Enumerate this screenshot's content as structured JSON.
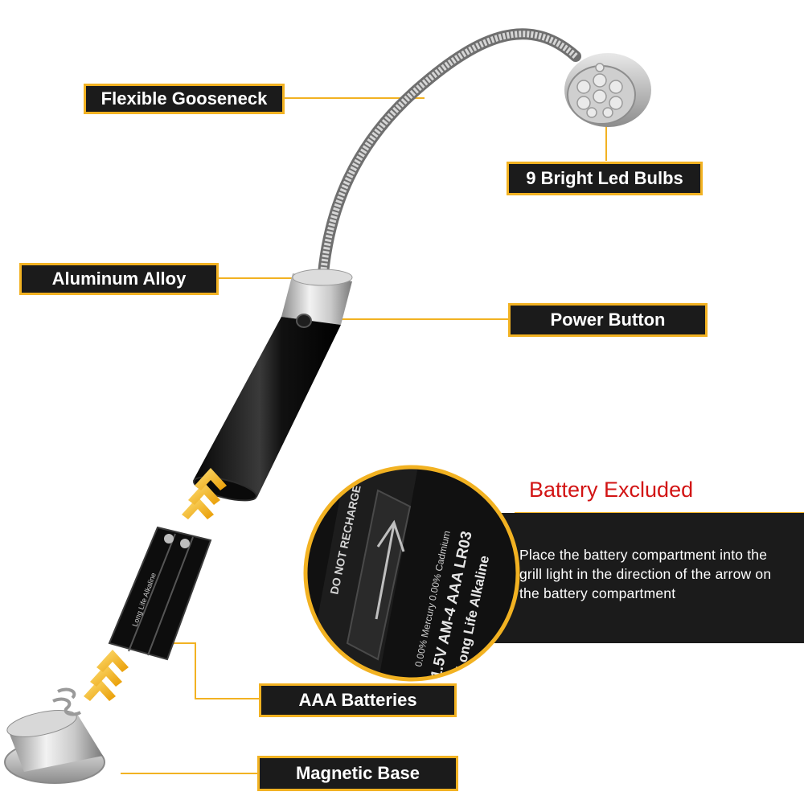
{
  "labels": {
    "gooseneck": "Flexible Gooseneck",
    "led_bulbs": "9 Bright Led Bulbs",
    "aluminum": "Aluminum Alloy",
    "power_button": "Power Button",
    "aaa_batteries": "AAA Batteries",
    "magnetic_base": "Magnetic Base"
  },
  "battery_note": {
    "title": "Battery Excluded",
    "description": "Place the battery compartment into the grill light in the direction of the arrow on the battery compartment"
  },
  "battery_print": {
    "brand": "Long Life Alkaline",
    "spec": "1.5V AM-4 AAA LR03",
    "mercury": "0.00% Mercury 0.00% Cadmium",
    "warning": "DO NOT RECHARGE OR DISPOSE"
  },
  "colors": {
    "accent": "#f2b222",
    "panel": "#1b1b1b",
    "title_red": "#d21414"
  }
}
